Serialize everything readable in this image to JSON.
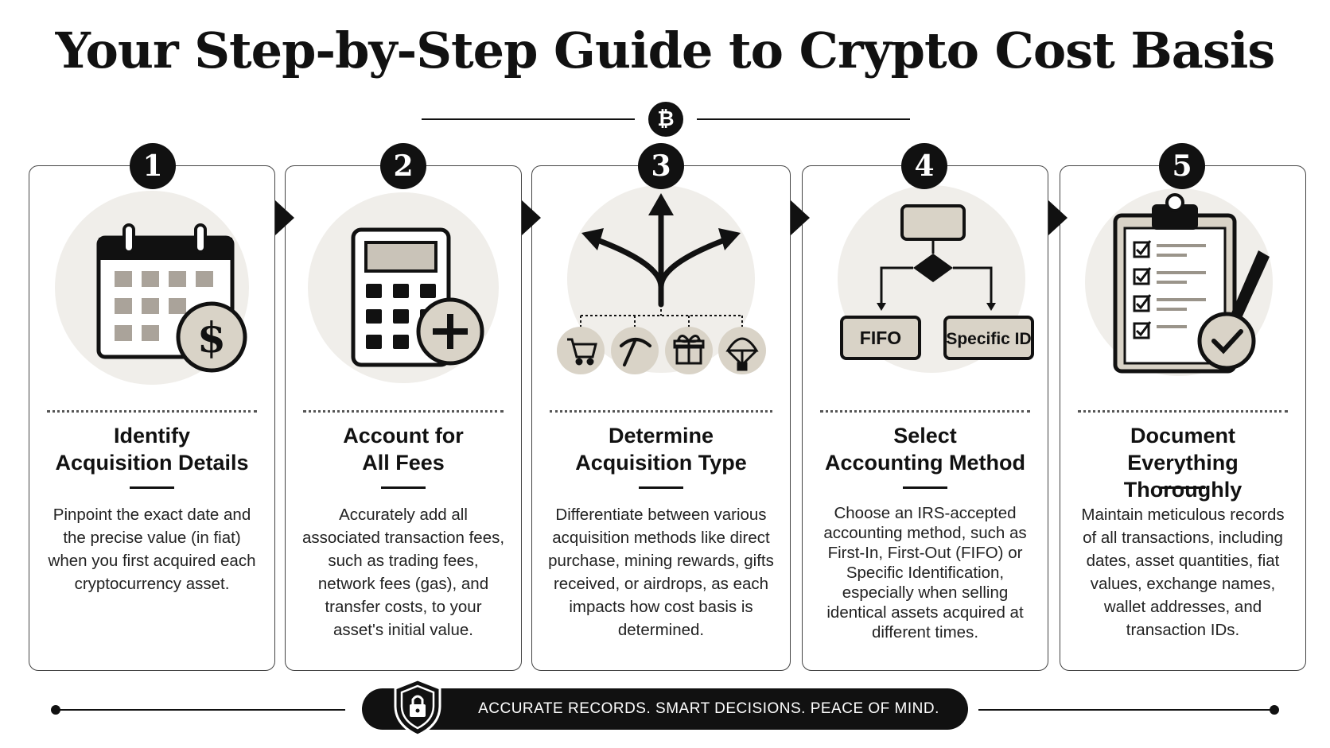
{
  "header": {
    "title": "Your Step-by-Step Guide to Crypto Cost Basis",
    "badge_symbol": "₿"
  },
  "steps": [
    {
      "number": "1",
      "heading_line1": "Identify",
      "heading_line2": "Acquisition Details",
      "description": "Pinpoint the exact date and the precise value (in fiat) when you first acquired each cryptocurrency asset.",
      "icon": "calendar-dollar-icon"
    },
    {
      "number": "2",
      "heading_line1": "Account for",
      "heading_line2": "All Fees",
      "description": "Accurately add all associated transaction fees, such as trading fees, network fees (gas), and transfer costs, to your asset's initial value.",
      "icon": "calculator-plus-icon"
    },
    {
      "number": "3",
      "heading_line1": "Determine",
      "heading_line2": "Acquisition Type",
      "description": "Differentiate between various acquisition methods like direct purchase, mining rewards, gifts received, or airdrops, as each impacts how cost basis is determined.",
      "icon": "branching-arrows-icon"
    },
    {
      "number": "4",
      "heading_line1": "Select",
      "heading_line2": "Accounting Method",
      "description": "Choose an IRS-accepted accounting method, such as First-In, First-Out (FIFO) or Specific Identification, especially when selling identical assets acquired at different times.",
      "icon": "flowchart-icon",
      "flow_left_label": "FIFO",
      "flow_right_label": "Specific ID"
    },
    {
      "number": "5",
      "heading_line1": "Document",
      "heading_line2": "Everything Thoroughly",
      "description": "Maintain meticulous records of all transactions, including dates, asset quantities, fiat values, exchange names, wallet addresses, and transaction IDs.",
      "icon": "clipboard-check-icon"
    }
  ],
  "footer": {
    "tagline": "ACCURATE RECORDS. SMART DECISIONS. PEACE OF MIND.",
    "icon": "shield-lock-icon"
  },
  "colors": {
    "ink": "#111111",
    "icon_bg": "#f0eeea",
    "accent_fill": "#d9d3c7",
    "card_border": "#444444"
  }
}
